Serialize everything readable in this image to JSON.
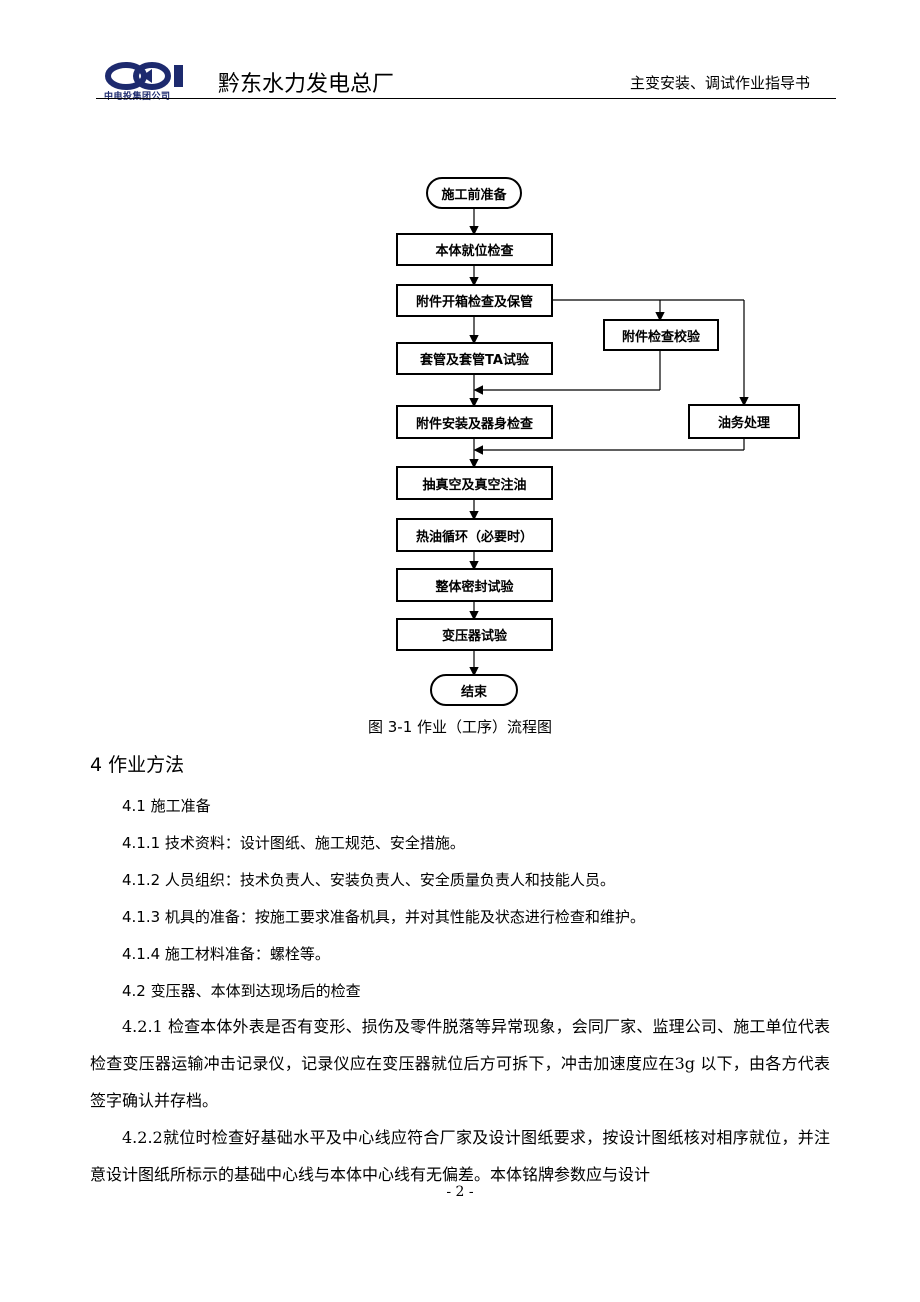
{
  "header": {
    "logo_text": "中电投集团公司",
    "company": "黔东水力发电总厂",
    "doc_title": "主变安装、调试作业指导书"
  },
  "flowchart": {
    "start": "施工前准备",
    "steps": [
      "本体就位检查",
      "附件开箱检查及保管",
      "套管及套管TA试验",
      "附件安装及器身检查",
      "抽真空及真空注油",
      "热油循环（必要时）",
      "整体密封试验",
      "变压器试验"
    ],
    "side_steps": [
      "附件检查校验",
      "油务处理"
    ],
    "end": "结束"
  },
  "caption": "图  3-1  作业（工序）流程图",
  "section": {
    "heading": "4  作业方法",
    "s41": "4.1  施工准备",
    "s411": "4.1.1  技术资料：设计图纸、施工规范、安全措施。",
    "s412": "4.1.2  人员组织：技术负责人、安装负责人、安全质量负责人和技能人员。",
    "s413": "4.1.3  机具的准备：按施工要求准备机具，并对其性能及状态进行检查和维护。",
    "s414": "4.1.4  施工材料准备：螺栓等。",
    "s42": "4.2  变压器、本体到达现场后的检查",
    "p421": "4.2.1 检查本体外表是否有变形、损伤及零件脱落等异常现象，会同厂家、监理公司、施工单位代表检查变压器运输冲击记录仪，记录仪应在变压器就位后方可拆下，冲击加速度应在3g 以下，由各方代表签字确认并存档。",
    "p422": "4.2.2就位时检查好基础水平及中心线应符合厂家及设计图纸要求，按设计图纸核对相序就位，并注意设计图纸所标示的基础中心线与本体中心线有无偏差。本体铭牌参数应与设计"
  },
  "footer": {
    "page": "- 2 -"
  },
  "colors": {
    "logo_blue": "#1d2a6e",
    "text": "#000000"
  }
}
